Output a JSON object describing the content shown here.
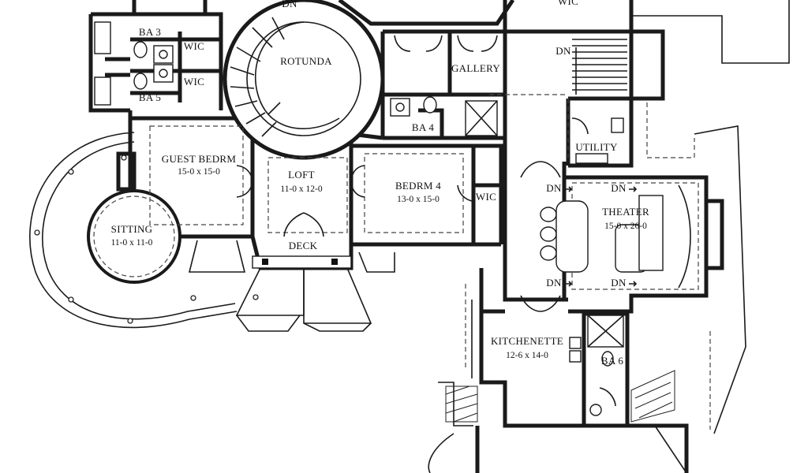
{
  "rooms": {
    "wic_top": "WIC",
    "ba3": "BA 3",
    "wic_a": "WIC",
    "wic_b": "WIC",
    "ba5": "BA 5",
    "rotunda": "ROTUNDA",
    "gallery": "GALLERY",
    "ba4": "BA 4",
    "utility": "UTILITY",
    "guest_name": "GUEST BEDRM",
    "guest_dim": "15-0 x 15-0",
    "loft_name": "LOFT",
    "loft_dim": "11-0 x 12-0",
    "bed4_name": "BEDRM 4",
    "bed4_dim": "13-0 x 15-0",
    "wic_c": "WIC",
    "sitting_name": "SITTING",
    "sitting_dim": "11-0 x 11-0",
    "deck": "DECK",
    "theater_name": "THEATER",
    "theater_dim": "15-0 x 26-0",
    "kitchenette_name": "KITCHENETTE",
    "kitchenette_dim": "12-6 x 14-0",
    "ba6": "BA 6"
  },
  "stairs": {
    "dn_rotunda": "DN",
    "dn_right": "DN",
    "dn_theater_1": "DN",
    "dn_theater_2": "DN",
    "dn_theater_3": "DN",
    "dn_theater_4": "DN"
  }
}
